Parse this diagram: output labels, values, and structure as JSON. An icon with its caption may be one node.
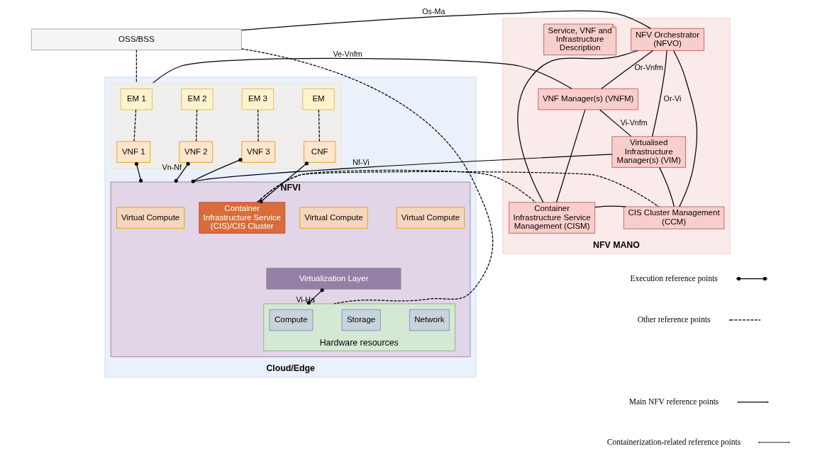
{
  "diagram": {
    "nodes": [
      {
        "text": [
          "OSS/BSS"
        ]
      },
      {
        "text": [
          "Cloud/Edge"
        ]
      },
      {
        "text": [],
        "shape": "box",
        "in": 1
      },
      {
        "text": [
          "EM 1"
        ],
        "in": 2
      },
      {
        "text": [
          "EM 2"
        ],
        "in": 2
      },
      {
        "text": [
          "EM 3"
        ],
        "in": 2
      },
      {
        "text": [
          "EM"
        ],
        "in": 2
      },
      {
        "text": [
          "VNF 1"
        ],
        "in": 2
      },
      {
        "text": [
          "VNF 2"
        ],
        "in": 2
      },
      {
        "text": [
          "VNF 3"
        ],
        "in": 2
      },
      {
        "text": [
          "CNF"
        ],
        "in": 2
      },
      {
        "text": [
          "NFVI"
        ],
        "in": 1
      },
      {
        "text": [
          "Virtual Compute"
        ],
        "in": 11
      },
      {
        "text": [
          "Virtual Compute"
        ],
        "in": 11
      },
      {
        "text": [
          "Virtual Compute"
        ],
        "in": 11
      },
      {
        "text": [
          "Virtualization Layer"
        ],
        "in": 11
      },
      {
        "text": [
          "Hardware resources"
        ],
        "in": 11
      },
      {
        "text": [
          "Compute"
        ],
        "in": 16
      },
      {
        "text": [
          "Storage"
        ],
        "in": 16
      },
      {
        "text": [
          "Network"
        ],
        "in": 16
      },
      {
        "text": [
          "Container Infrastructure Service (CIS)/CIS Cluster"
        ],
        "in": 11
      },
      {
        "text": [
          "NFV MANO"
        ]
      },
      {
        "text": [
          "NFV Orchestrator (NFVO)"
        ],
        "in": 21
      },
      {
        "text": [
          "Service, VNF and Infrastructure Description"
        ],
        "in": 21
      },
      {
        "text": [
          "VNF Manager(s) (VNFM)"
        ],
        "in": 21
      },
      {
        "text": [
          "Virtualised Infrastructure Manager(s) (VIM)"
        ],
        "in": 21
      },
      {
        "text": [
          "Container Infrastructure Service Management (CISM)"
        ],
        "in": 21
      },
      {
        "text": [
          "CIS Cluster Management (CCM)"
        ],
        "in": 21
      }
    ],
    "edges": [
      {
        "from": 0,
        "to": 2,
        "arrow": "none",
        "style": "dashed"
      },
      {
        "from": 0,
        "to": 16,
        "arrow": "none",
        "style": "dashed"
      },
      {
        "from": 0,
        "to": 22,
        "arrow": "none",
        "label": "Os-Ma"
      },
      {
        "from": 3,
        "to": 7,
        "arrow": "none",
        "style": "dashed"
      },
      {
        "from": 4,
        "to": 8,
        "arrow": "none",
        "style": "dashed"
      },
      {
        "from": 5,
        "to": 9,
        "arrow": "none",
        "style": "dashed"
      },
      {
        "from": 6,
        "to": 10,
        "arrow": "none",
        "style": "dashed"
      },
      {
        "from": 7,
        "to": 11,
        "arrow": "other"
      },
      {
        "from": 8,
        "to": 11,
        "arrow": "other",
        "label": "Vn-Nf"
      },
      {
        "from": 9,
        "to": 11,
        "arrow": "other"
      },
      {
        "from": 10,
        "to": 20,
        "arrow": "other"
      },
      {
        "from": 15,
        "to": 16,
        "arrow": "other",
        "label": "Vi-Ha"
      },
      {
        "from": 2,
        "to": 24,
        "arrow": "none",
        "label": "Ve-Vnfm"
      },
      {
        "from": 22,
        "to": 24,
        "arrow": "none",
        "label": "Or-Vnfm"
      },
      {
        "from": 22,
        "to": 25,
        "arrow": "none",
        "label": "Or-Vi"
      },
      {
        "from": 22,
        "to": 27,
        "arrow": "none"
      },
      {
        "from": 22,
        "to": 26,
        "arrow": "none"
      },
      {
        "from": 24,
        "to": 26,
        "arrow": "none"
      },
      {
        "from": 24,
        "to": 25,
        "arrow": "none",
        "label": "Vi-Vnfm"
      },
      {
        "from": 11,
        "to": 25,
        "arrow": "none",
        "label": "Nf-Vi"
      },
      {
        "from": 25,
        "to": 27,
        "arrow": "none"
      },
      {
        "from": 26,
        "to": 27,
        "arrow": "none"
      },
      {
        "from": 20,
        "to": 26,
        "arrow": "none",
        "style": "dashed"
      },
      {
        "from": 20,
        "to": 27,
        "arrow": "none",
        "style": "dashed"
      }
    ],
    "legend": [
      {
        "text": "Execution reference points"
      },
      {
        "text": "Other reference points"
      },
      {
        "text": "Main NFV reference points"
      },
      {
        "text": "Containerization-related reference points"
      }
    ]
  }
}
